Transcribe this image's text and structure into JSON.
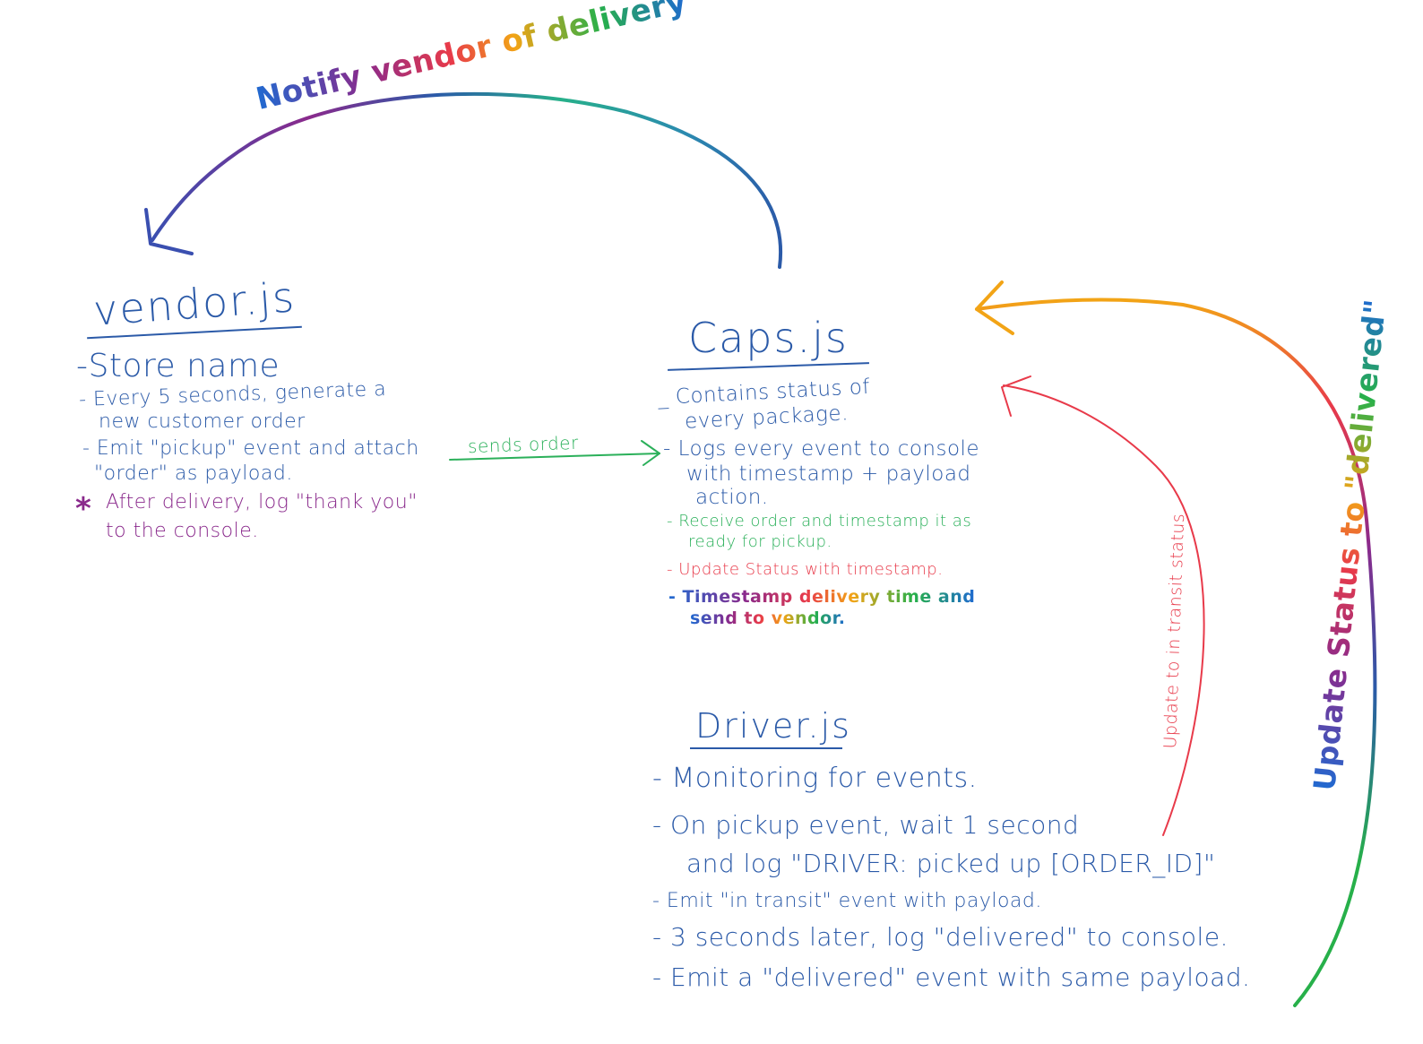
{
  "arrows": {
    "top_label": "Notify vendor of delivery",
    "sends_order": "sends order",
    "in_transit": "Update to in transit status",
    "delivered": "Update Status to \"delivered\""
  },
  "vendor": {
    "title": "vendor.js",
    "items": [
      "-Store name",
      "- Every 5 seconds, generate a",
      "new customer order",
      "- Emit \"pickup\" event and attach",
      "\"order\" as payload.",
      "After delivery, log \"thank you\"",
      "to the console."
    ],
    "star": "*"
  },
  "caps": {
    "title": "Caps.js",
    "items": [
      "_ Contains status of",
      "every package.",
      "- Logs every event to console",
      "with timestamp + payload",
      "action.",
      "- Receive order and timestamp it as",
      "ready for pickup.",
      "- Update Status with timestamp.",
      "- Timestamp delivery time and",
      "send to vendor."
    ]
  },
  "driver": {
    "title": "Driver.js",
    "items": [
      "- Monitoring for events.",
      "- On pickup event, wait 1 second",
      "and log \"DRIVER: picked up [ORDER_ID]\"",
      "- Emit \"in transit\" event with payload.",
      "- 3 seconds later, log \"delivered\" to console.",
      "- Emit a \"delivered\" event with same payload."
    ]
  },
  "colors": {
    "blue": "#2b5aa8",
    "green": "#2bb05a",
    "red": "#e83a4a",
    "purple": "#8a2a8c",
    "orange": "#f2a416"
  }
}
